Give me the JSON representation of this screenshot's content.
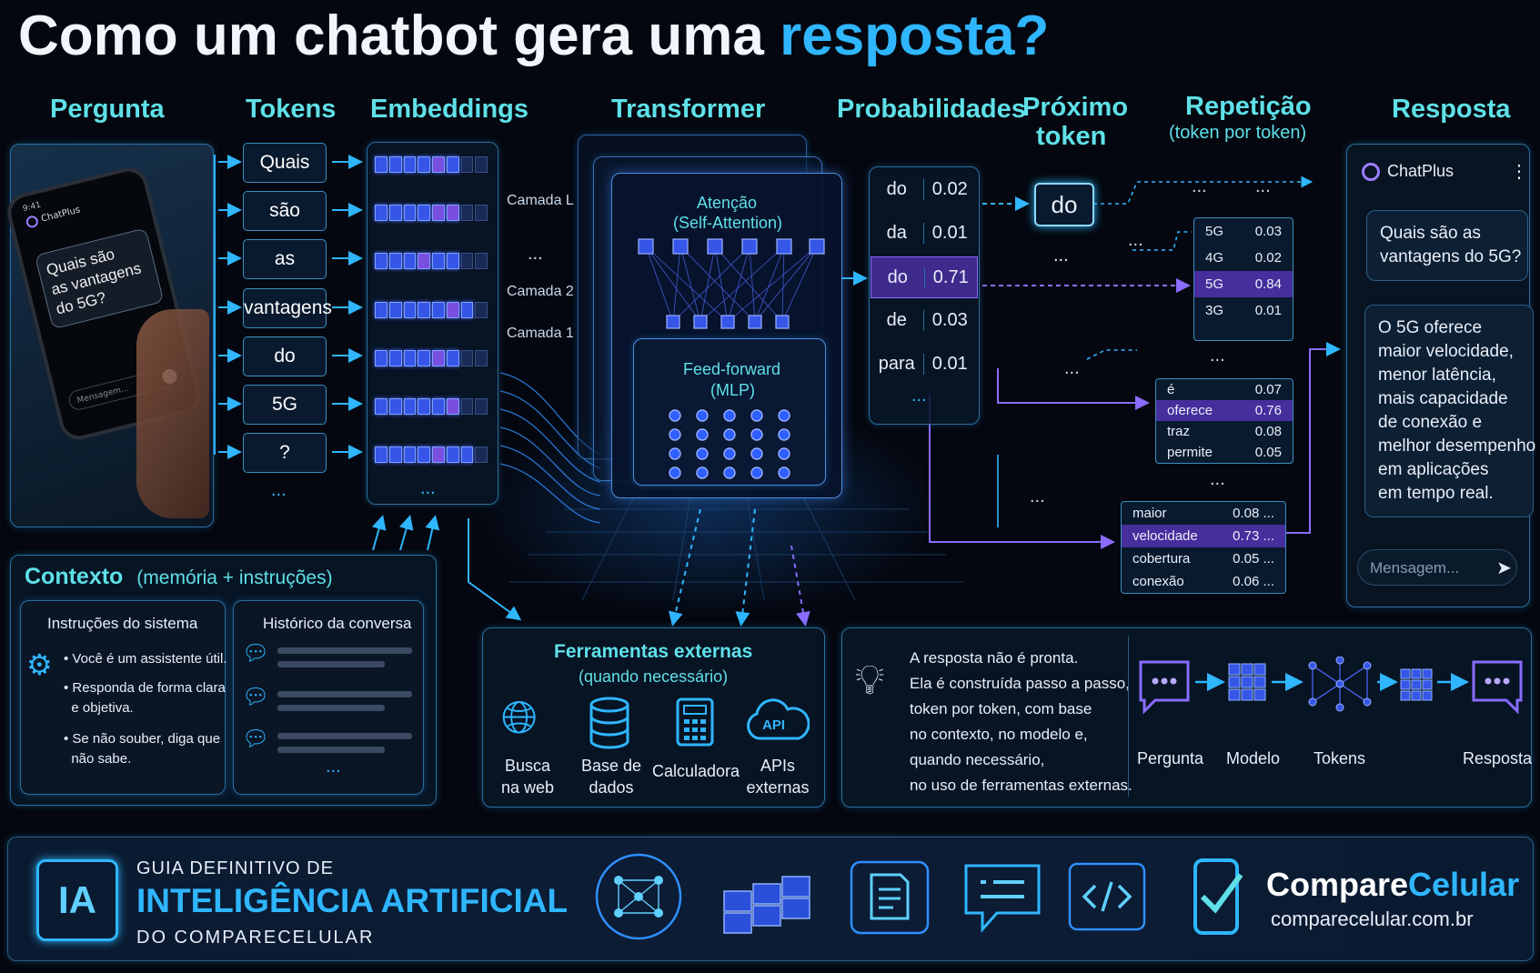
{
  "title": {
    "part1": "Como um chatbot gera uma ",
    "part2": "resposta?"
  },
  "columns": {
    "pergunta": "Pergunta",
    "tokens": "Tokens",
    "embeddings": "Embeddings",
    "transformer": "Transformer",
    "probabilidades": "Probabilidades",
    "proximo_line1": "Próximo",
    "proximo_line2": "token",
    "repeticao": "Repetição",
    "repeticao_sub": "(token por token)",
    "resposta": "Resposta"
  },
  "phone": {
    "app_name": "ChatPlus",
    "time": "9:41",
    "question_lines": [
      "Quais são",
      "as vantagens",
      "do 5G?"
    ],
    "input_placeholder": "Mensagem..."
  },
  "tokens": [
    "Quais",
    "são",
    "as",
    "vantagens",
    "do",
    "5G",
    "?"
  ],
  "ellipsis": "...",
  "layers": [
    "Camada L",
    "...",
    "Camada 2",
    "Camada 1"
  ],
  "transformer": {
    "attention_line1": "Atenção",
    "attention_line2": "(Self-Attention)",
    "ff_line1": "Feed-forward",
    "ff_line2": "(MLP)"
  },
  "probabilities": [
    {
      "token": "do",
      "p": "0.02"
    },
    {
      "token": "da",
      "p": "0.01"
    },
    {
      "token": "do",
      "p": "0.71",
      "selected": true
    },
    {
      "token": "de",
      "p": "0.03"
    },
    {
      "token": "para",
      "p": "0.01"
    }
  ],
  "next_token": "do",
  "rep_table1": [
    {
      "token": "5G",
      "p": "0.03"
    },
    {
      "token": "4G",
      "p": "0.02"
    },
    {
      "token": "5G",
      "p": "0.84",
      "selected": true
    },
    {
      "token": "3G",
      "p": "0.01"
    }
  ],
  "rep_table2": [
    {
      "token": "é",
      "p": "0.07"
    },
    {
      "token": "oferece",
      "p": "0.76",
      "selected": true
    },
    {
      "token": "traz",
      "p": "0.08"
    },
    {
      "token": "permite",
      "p": "0.05"
    }
  ],
  "rep_table3": [
    {
      "token": "maior",
      "p": "0.08 ..."
    },
    {
      "token": "velocidade",
      "p": "0.73 ...",
      "selected": true
    },
    {
      "token": "cobertura",
      "p": "0.05 ..."
    },
    {
      "token": "conexão",
      "p": "0.06 ..."
    }
  ],
  "chat": {
    "app_name": "ChatPlus",
    "question_lines": [
      "Quais são as",
      "vantagens do 5G?"
    ],
    "answer_lines": [
      "O 5G oferece",
      "maior velocidade,",
      "menor latência,",
      "mais capacidade",
      "de conexão e",
      "melhor desempenho",
      "em aplicações",
      "em tempo real."
    ],
    "input_placeholder": "Mensagem..."
  },
  "context": {
    "title": "Contexto",
    "subtitle": "(memória + instruções)",
    "system_title": "Instruções do sistema",
    "system_items": [
      [
        "Você é um assistente útil."
      ],
      [
        "Responda de forma clara",
        "e objetiva."
      ],
      [
        "Se não souber, diga que",
        "não sabe."
      ]
    ],
    "history_title": "Histórico da conversa"
  },
  "tools": {
    "title": "Ferramentas externas",
    "subtitle": "(quando necessário)",
    "items": [
      {
        "icon": "globe-icon",
        "lines": [
          "Busca",
          "na web"
        ]
      },
      {
        "icon": "database-icon",
        "lines": [
          "Base de",
          "dados"
        ]
      },
      {
        "icon": "calculator-icon",
        "lines": [
          "Calculadora"
        ]
      },
      {
        "icon": "api-cloud-icon",
        "lines": [
          "APIs",
          "externas"
        ],
        "badge": "API"
      }
    ]
  },
  "summary": {
    "lines": [
      "A resposta não é pronta.",
      "Ela é construída passo a passo,",
      "token por token, com base",
      "no contexto, no modelo e,",
      "quando necessário,",
      "no uso de ferramentas externas."
    ],
    "flow": [
      "Pergunta",
      "Modelo",
      "Tokens",
      "Resposta"
    ]
  },
  "footer": {
    "badge": "IA",
    "line1": "GUIA DEFINITIVO DE",
    "line2": "INTELIGÊNCIA ARTIFICIAL",
    "line3": "DO COMPARECELULAR",
    "brand1": "Compare",
    "brand2": "Celular",
    "url": "comparecelular.com.br"
  },
  "colors": {
    "accent": "#2fb6ff",
    "cyan": "#5fe0e8",
    "violet": "#7a4fe0",
    "bg": "#04070f"
  }
}
